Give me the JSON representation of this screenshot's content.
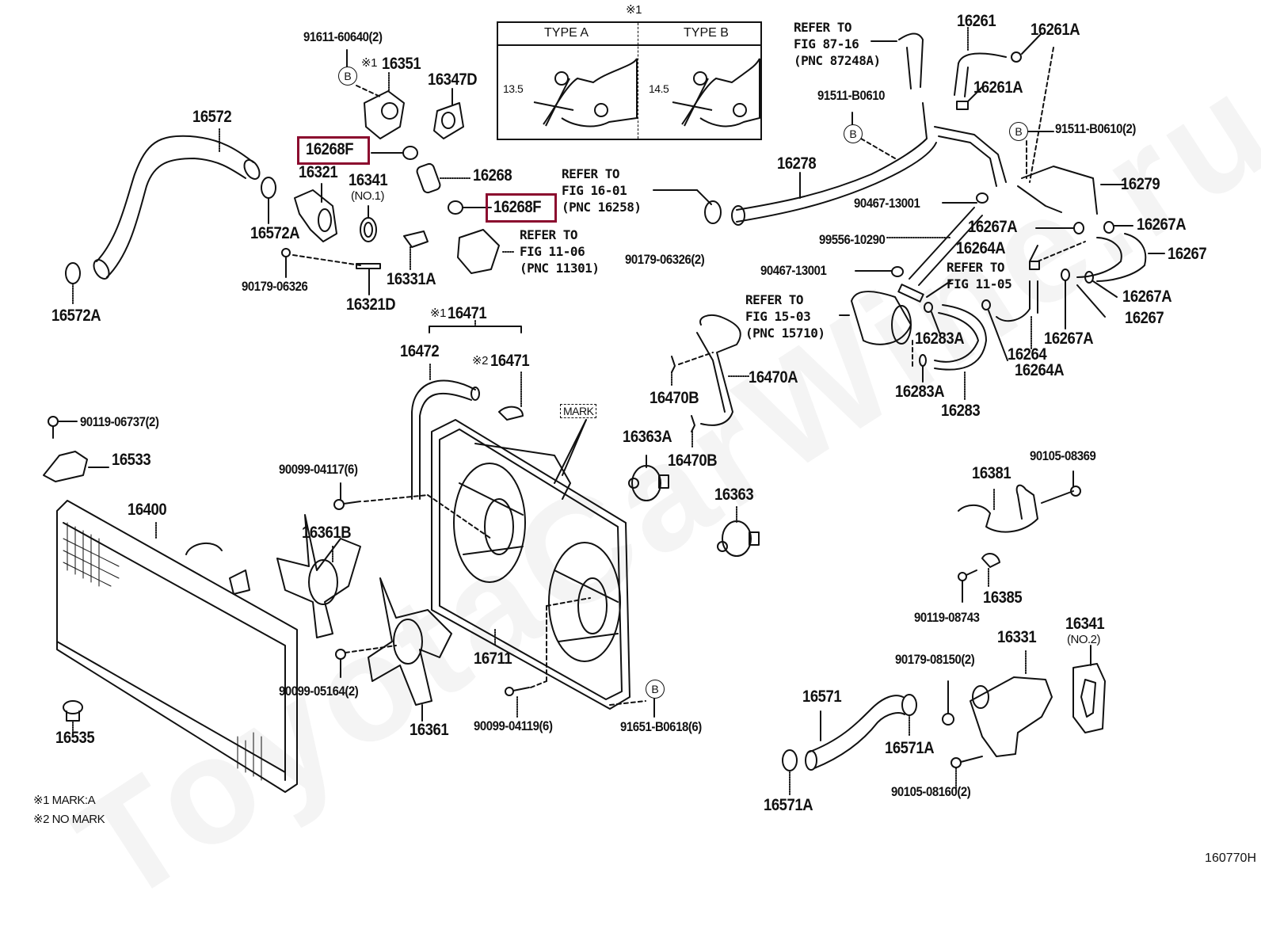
{
  "diagram": {
    "figure_id": "160770H",
    "watermark": "ToyotaCarWine.ru",
    "highlight_color": "#8b0a2e",
    "notes": [
      {
        "mark": "※1",
        "text": "MARK:A"
      },
      {
        "mark": "※2",
        "text": "NO MARK"
      }
    ],
    "type_box": {
      "mark": "※1",
      "type_a": {
        "label": "TYPE A",
        "dimension": "13.5"
      },
      "type_b": {
        "label": "TYPE B",
        "dimension": "14.5"
      }
    },
    "mark_callout": "MARK",
    "bubble_letter": "B",
    "highlighted_parts": [
      "16268F",
      "16268F"
    ],
    "parts": {
      "p91611_60640": "91611-60640(2)",
      "p16351_mark": "※1",
      "p16351": "16351",
      "p16347D": "16347D",
      "p16572": "16572",
      "p16268F_a": "16268F",
      "p16321": "16321",
      "p16341_no1": "16341",
      "p16341_no1_sub": "(NO.1)",
      "p16268": "16268",
      "p16268F_b": "16268F",
      "p16572A_top": "16572A",
      "p90179_06326": "90179-06326",
      "p16331A": "16331A",
      "p16321D": "16321D",
      "p16572A_bottom": "16572A",
      "p16471_mark1": "※1",
      "p16471_1": "16471",
      "p16472": "16472",
      "p16471_mark2": "※2",
      "p16471_2": "16471",
      "p90119_06737": "90119-06737(2)",
      "p16533": "16533",
      "p90099_04117": "90099-04117(6)",
      "p16400": "16400",
      "p16361B": "16361B",
      "p16711": "16711",
      "p90099_05164": "90099-05164(2)",
      "p16361": "16361",
      "p90099_04119": "90099-04119(6)",
      "p91651_B0618": "91651-B0618(6)",
      "p16535": "16535",
      "p16470B_1": "16470B",
      "p16470B_2": "16470B",
      "p16470A": "16470A",
      "p16363A": "16363A",
      "p16363": "16363",
      "p16261": "16261",
      "p16261A_1": "16261A",
      "p16261A_2": "16261A",
      "p91511_B0610": "91511-B0610",
      "p91511_B0610_2": "91511-B0610(2)",
      "p16278": "16278",
      "p16279": "16279",
      "p90467_13001_1": "90467-13001",
      "p90467_13001_2": "90467-13001",
      "p99556_10290": "99556-10290",
      "p16267A_1": "16267A",
      "p16267A_2": "16267A",
      "p16267A_3": "16267A",
      "p16267A_4": "16267A",
      "p16267_1": "16267",
      "p16267_2": "16267",
      "p16264A_1": "16264A",
      "p16264A_2": "16264A",
      "p16264": "16264",
      "p16283A_1": "16283A",
      "p16283A_2": "16283A",
      "p16283": "16283",
      "p90179_06326_2": "90179-06326(2)",
      "p16381": "16381",
      "p90105_08369": "90105-08369",
      "p16385": "16385",
      "p90119_08743": "90119-08743",
      "p16341_no2": "16341",
      "p16341_no2_sub": "(NO.2)",
      "p16331": "16331",
      "p90179_08150": "90179-08150(2)",
      "p16571": "16571",
      "p16571A_1": "16571A",
      "p16571A_2": "16571A",
      "p90105_08160": "90105-08160(2)"
    },
    "references": {
      "fig87_16": "REFER TO\nFIG 87-16\n(PNC 87248A)",
      "fig16_01": "REFER TO\nFIG 16-01\n(PNC 16258)",
      "fig11_06": "REFER TO\nFIG 11-06\n(PNC 11301)",
      "fig15_03": "REFER TO\nFIG 15-03\n(PNC 15710)",
      "fig11_05": "REFER TO\nFIG 11-05"
    }
  }
}
